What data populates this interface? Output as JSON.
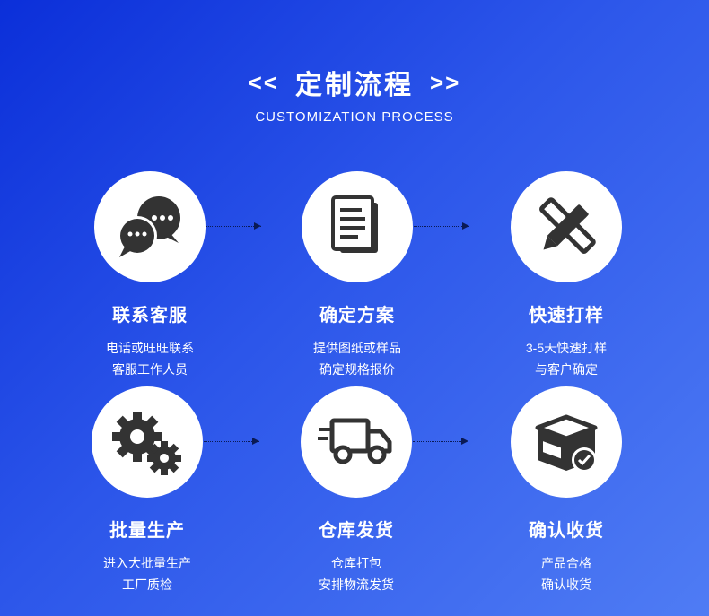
{
  "header": {
    "left_arrows": "<<",
    "title": "定制流程",
    "right_arrows": ">>",
    "subtitle": "CUSTOMIZATION PROCESS"
  },
  "steps": [
    {
      "title": "联系客服",
      "line1": "电话或旺旺联系",
      "line2": "客服工作人员",
      "icon": "chat-bubbles-icon"
    },
    {
      "title": "确定方案",
      "line1": "提供图纸或样品",
      "line2": "确定规格报价",
      "icon": "document-icon"
    },
    {
      "title": "快速打样",
      "line1": "3-5天快速打样",
      "line2": "与客户确定",
      "icon": "pencil-ruler-icon"
    },
    {
      "title": "批量生产",
      "line1": "进入大批量生产",
      "line2": "工厂质检",
      "icon": "gears-icon"
    },
    {
      "title": "仓库发货",
      "line1": "仓库打包",
      "line2": "安排物流发货",
      "icon": "delivery-truck-icon"
    },
    {
      "title": "确认收货",
      "line1": "产品合格",
      "line2": "确认收货",
      "icon": "box-check-icon"
    }
  ],
  "colors": {
    "icon": "#333333",
    "connector": "#0a1a55"
  }
}
